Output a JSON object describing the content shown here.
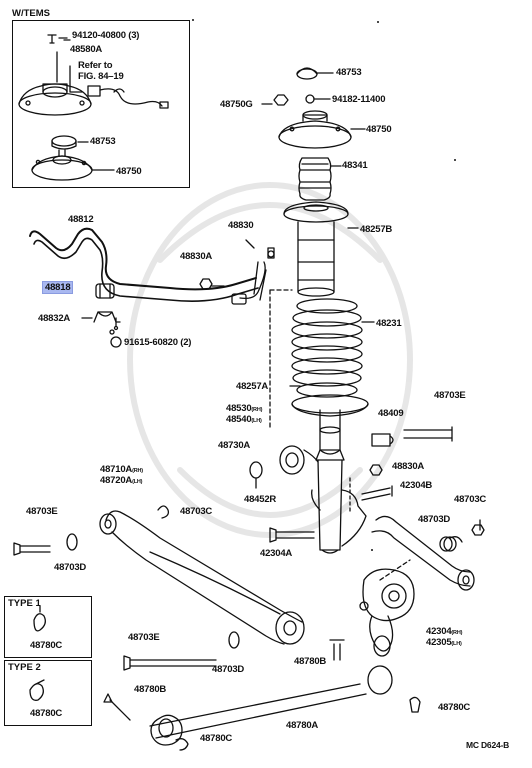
{
  "diagram": {
    "code": "MC D624-B",
    "insets": {
      "w_tems": "W/TEMS",
      "type1": "TYPE 1",
      "type2": "TYPE 2"
    },
    "parts": {
      "p94120": "94120-40800 (3)",
      "p48580A": "48580A",
      "refer": "Refer to",
      "refer_fig": "FIG. 84–19",
      "p48753_inset": "48753",
      "p48750_inset": "48750",
      "p48753": "48753",
      "p48750G": "48750G",
      "p94182": "94182-11400",
      "p48750": "48750",
      "p48341": "48341",
      "p48257B": "48257B",
      "p48812": "48812",
      "p48830": "48830",
      "p48830A": "48830A",
      "p48818": "48818",
      "p48832A": "48832A",
      "p91615": "91615-60820 (2)",
      "p48231": "48231",
      "p48257A": "48257A",
      "p48530": "48530",
      "p48530_sfx": "(RH)",
      "p48540": "48540",
      "p48540_sfx": "(LH)",
      "p48409": "48409",
      "p48703E_a": "48703E",
      "p48730A": "48730A",
      "p48830A_b": "48830A",
      "p48710A": "48710A",
      "p48710A_sfx": "(RH)",
      "p48720A": "48720A",
      "p48720A_sfx": "(LH)",
      "p48452R": "48452R",
      "p42304B": "42304B",
      "p48703C_a": "48703C",
      "p48703C_b": "48703C",
      "p48703E_b": "48703E",
      "p48703D_a": "48703D",
      "p48703D_b": "48703D",
      "p42304A": "42304A",
      "p48780C_t1": "48780C",
      "p48780C_t2": "48780C",
      "p48703E_c": "48703E",
      "p48703D_c": "48703D",
      "p48780B": "48780B",
      "p42304": "42304",
      "p42304_sfx": "(RH)",
      "p42305": "42305",
      "p42305_sfx": "(LH)",
      "p48780B_b": "48780B",
      "p48780A": "48780A",
      "p48780C_a": "48780C",
      "p48780C_b": "48780C"
    }
  }
}
